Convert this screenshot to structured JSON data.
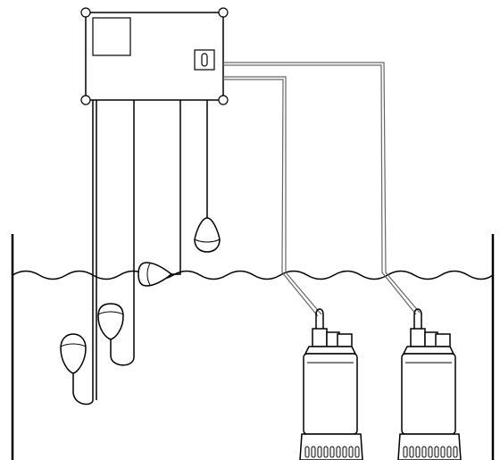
{
  "colors": {
    "background": "#ffffff",
    "line": "#000000",
    "cable": "#555555",
    "fill": "#ffffff",
    "tank_wall": "#000000"
  },
  "components": {
    "control_box": {
      "icons": [
        "display-window-icon",
        "power-switch-icon"
      ]
    },
    "float_switches": [
      {
        "name": "float-switch-high"
      },
      {
        "name": "float-switch-upper"
      },
      {
        "name": "float-switch-lower"
      },
      {
        "name": "float-switch-low"
      }
    ],
    "pumps": [
      {
        "name": "submersible-pump-1"
      },
      {
        "name": "submersible-pump-2"
      }
    ],
    "tank": {
      "icon": "tank-wall-icon"
    },
    "water": {
      "icon": "water-surface-icon"
    }
  }
}
